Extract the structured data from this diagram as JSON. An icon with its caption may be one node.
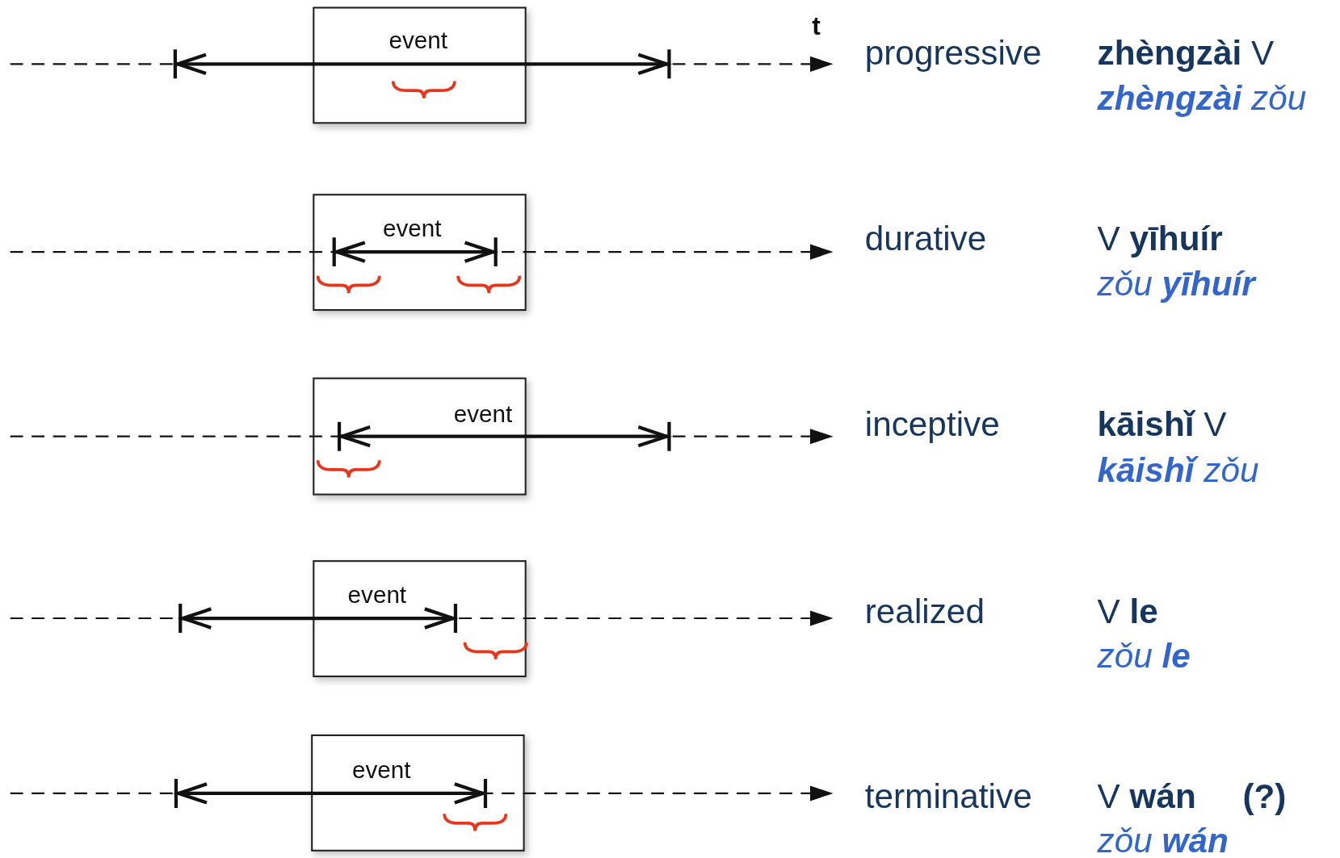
{
  "diagram": {
    "nodes": [
      {
        "text": [
          "event"
        ]
      },
      {
        "text": [
          "event"
        ]
      },
      {
        "text": [
          "event"
        ]
      },
      {
        "text": [
          "event"
        ]
      },
      {
        "text": [
          "event"
        ]
      }
    ],
    "labels": [
      "t",
      "progressive",
      "**zhèngzài** V",
      "**zhèngzài** zǒu",
      "durative",
      "V **yīhuír**",
      "zǒu **yīhuír**",
      "inceptive",
      "**kāishǐ** V",
      "**kāishǐ** zǒu",
      "realized",
      "V **le**",
      "zǒu **le**",
      "terminative",
      "V **wán**",
      "(?)",
      "zǒu **wán**"
    ]
  }
}
